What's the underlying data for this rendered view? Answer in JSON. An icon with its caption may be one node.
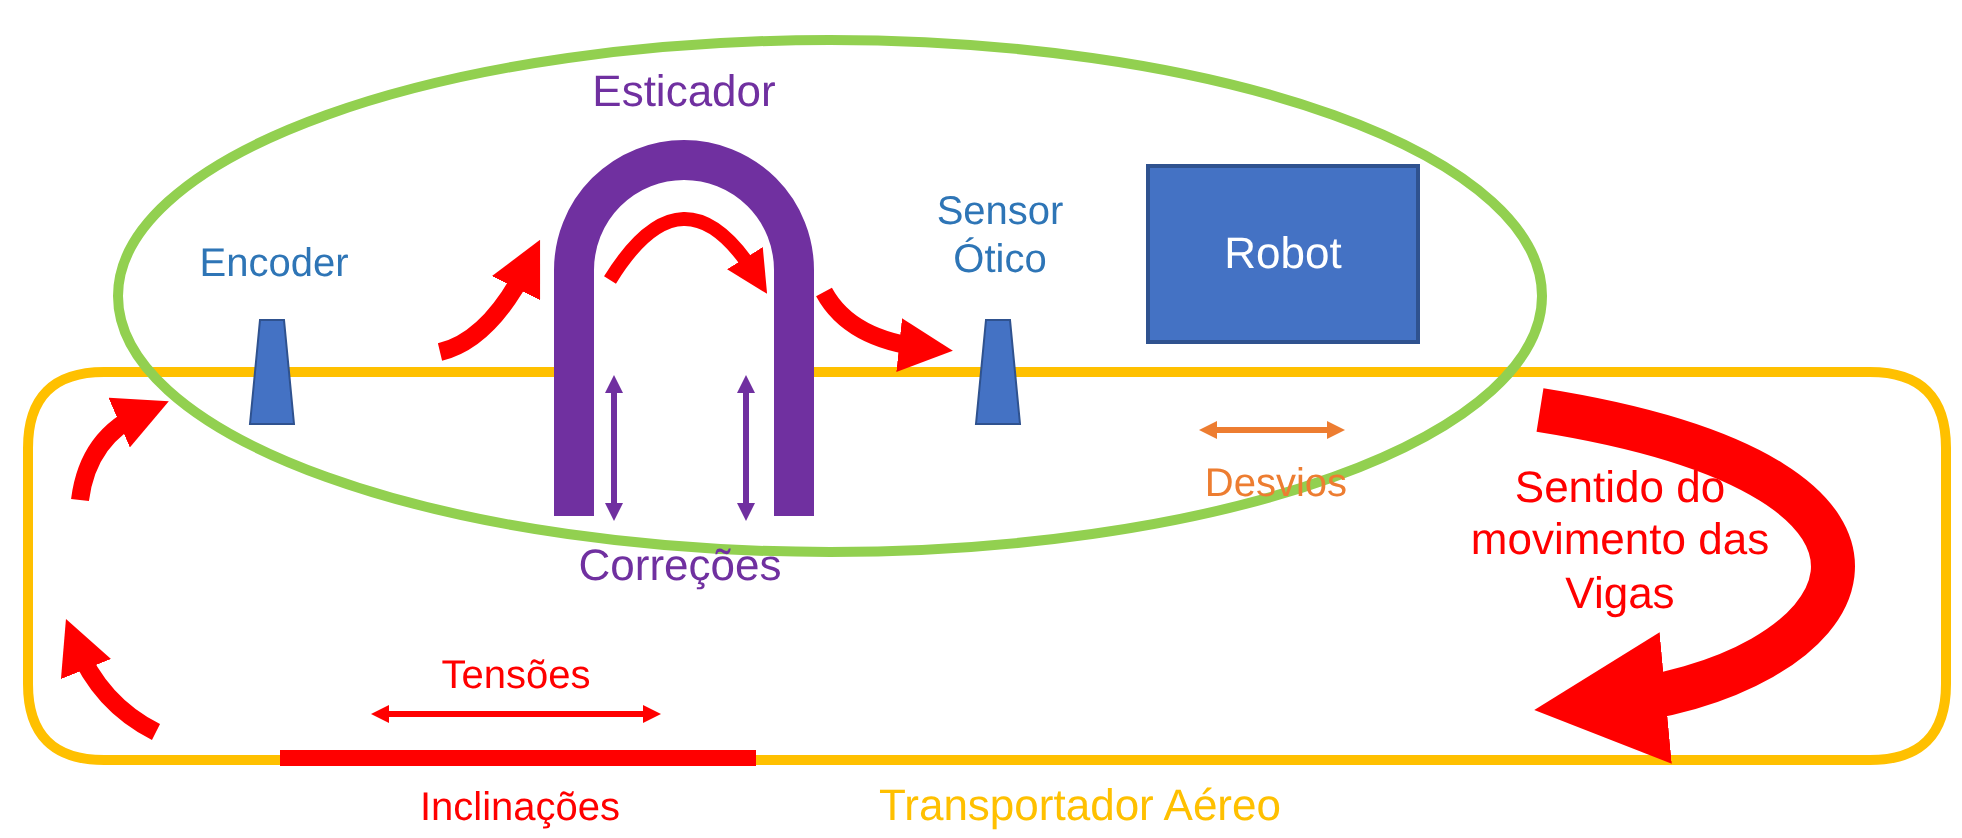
{
  "diagram": {
    "nodes": [
      {
        "text": [
          "Robot"
        ]
      }
    ],
    "labels": [
      "Esticador",
      "Encoder",
      "Sensor Ótico",
      "Desvios",
      "Sentido do movimento das Vigas",
      "Correções",
      "Tensões",
      "Inclinações",
      "Transportador Aéreo"
    ]
  }
}
